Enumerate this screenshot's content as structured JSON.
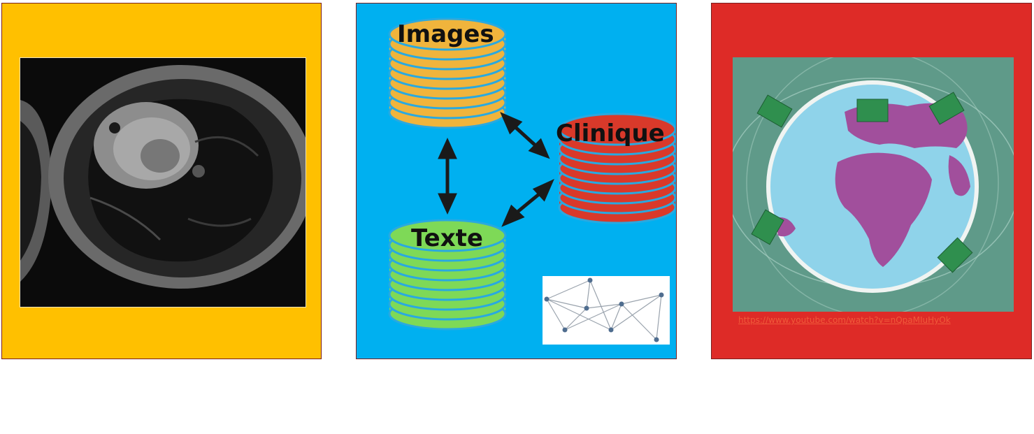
{
  "panels": {
    "imaging": {},
    "databases": {
      "images_label": "Images",
      "clinique_label": "Clinique",
      "texte_label": "Texte",
      "colors": {
        "images": "#f0b43c",
        "clinique": "#d9392a",
        "texte": "#7ed957",
        "stripe": "#29a9e0"
      }
    },
    "world": {
      "link_text": "https://www.youtube.com/watch?v=nQpaMIuHyOk"
    }
  }
}
